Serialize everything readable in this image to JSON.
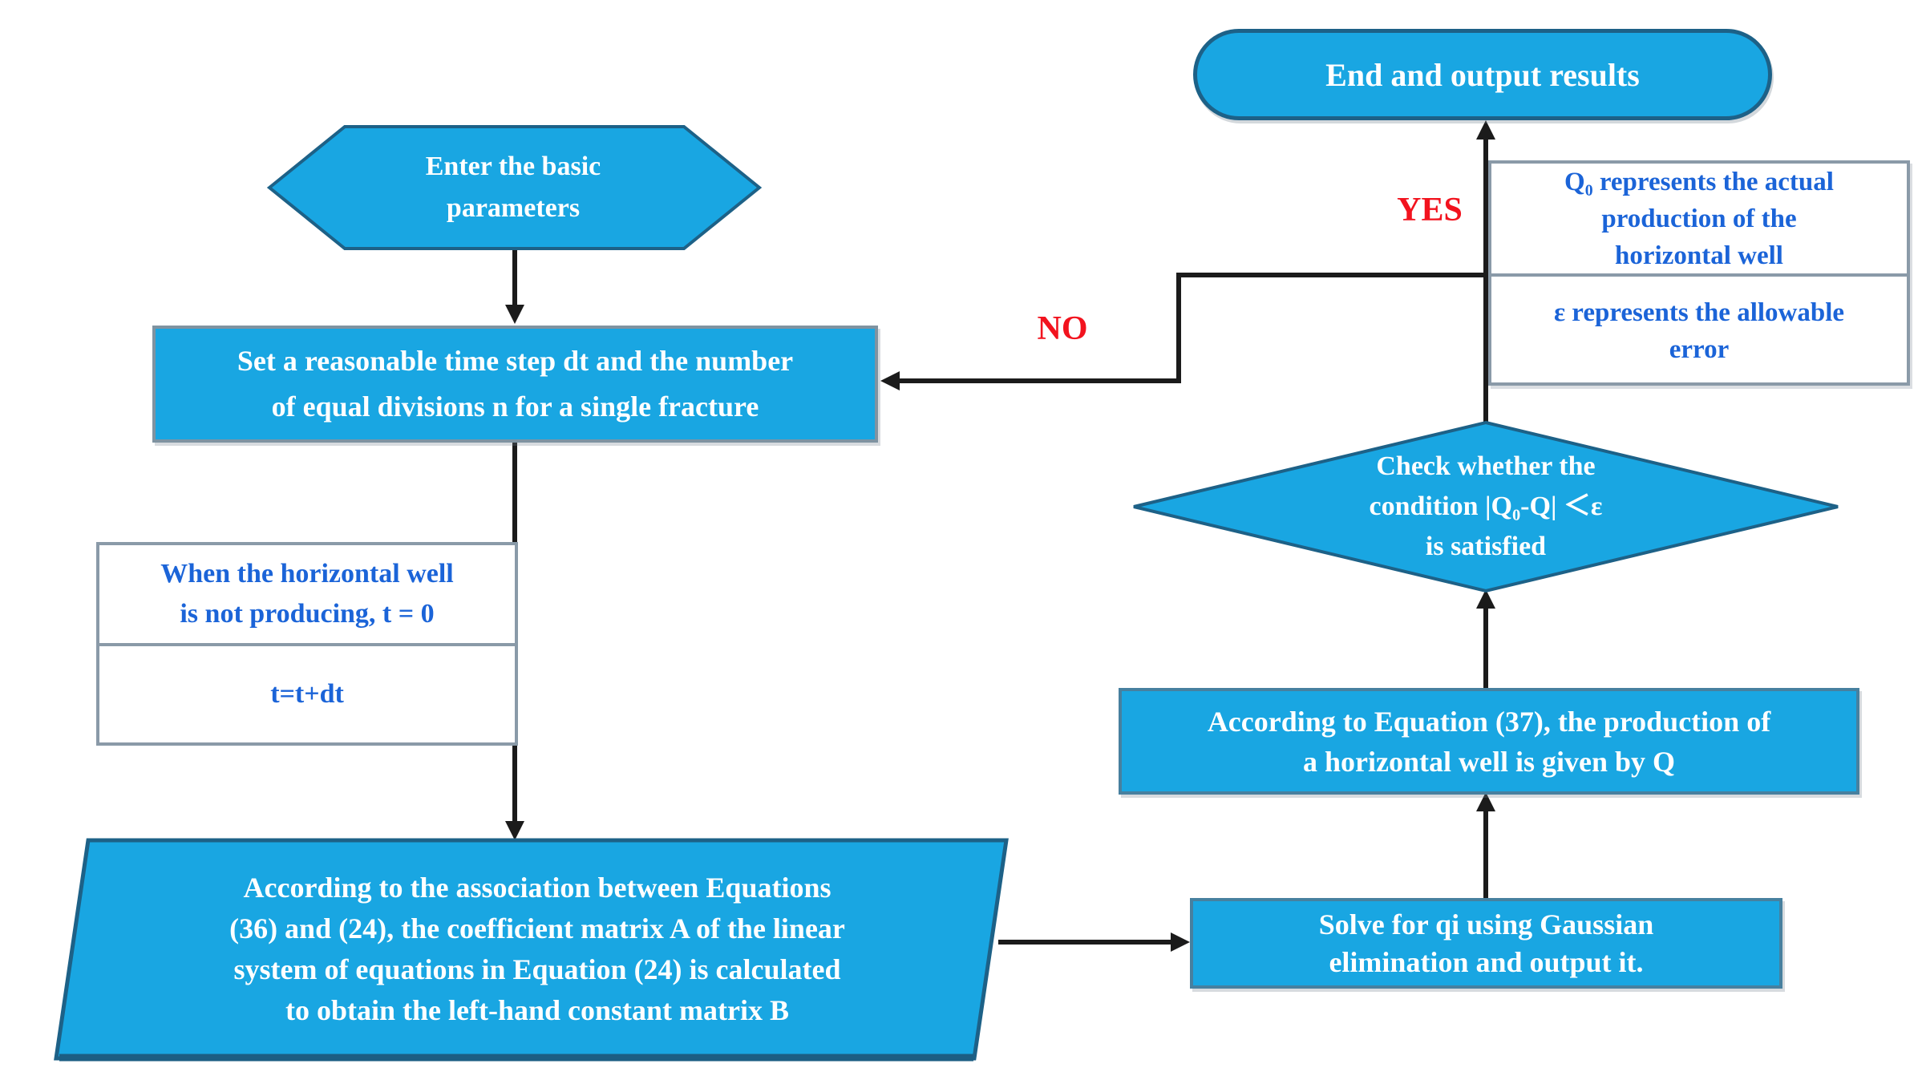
{
  "palette": {
    "shape_fill": "#19a6e2",
    "shape_border": "#1d6187",
    "note_border": "#8a9aa8",
    "blue_text": "#1b64d8",
    "red_label": "#f2131e",
    "connector": "#1b1b1b"
  },
  "nodes": {
    "start": {
      "label": "Enter the basic\nparameters"
    },
    "set_step": {
      "label": "Set a reasonable time step dt and the number\nof equal divisions n for a single fracture"
    },
    "note_t0": {
      "label": "When the horizontal well\nis not producing, t = 0"
    },
    "note_tdt": {
      "label": "t=t+dt"
    },
    "build_matrix": {
      "label": "According to the association between Equations\n(36) and (24), the coefficient matrix A of the linear\nsystem of equations in Equation (24) is calculated\nto obtain the left-hand constant matrix B"
    },
    "solve": {
      "label": "Solve for qi using Gaussian\nelimination and output it."
    },
    "production": {
      "label": "According to Equation (37), the production of\na horizontal well is given by Q"
    },
    "decision": {
      "label": "Check whether the\ncondition |Q₀-Q| ＜ε\nis satisfied"
    },
    "end": {
      "label": "End and output results"
    },
    "legend": {
      "q0": "Q₀ represents the actual\nproduction of the\nhorizontal well",
      "epsilon": "ε represents the allowable\nerror"
    }
  },
  "edge_labels": {
    "yes": "YES",
    "no": "NO"
  }
}
